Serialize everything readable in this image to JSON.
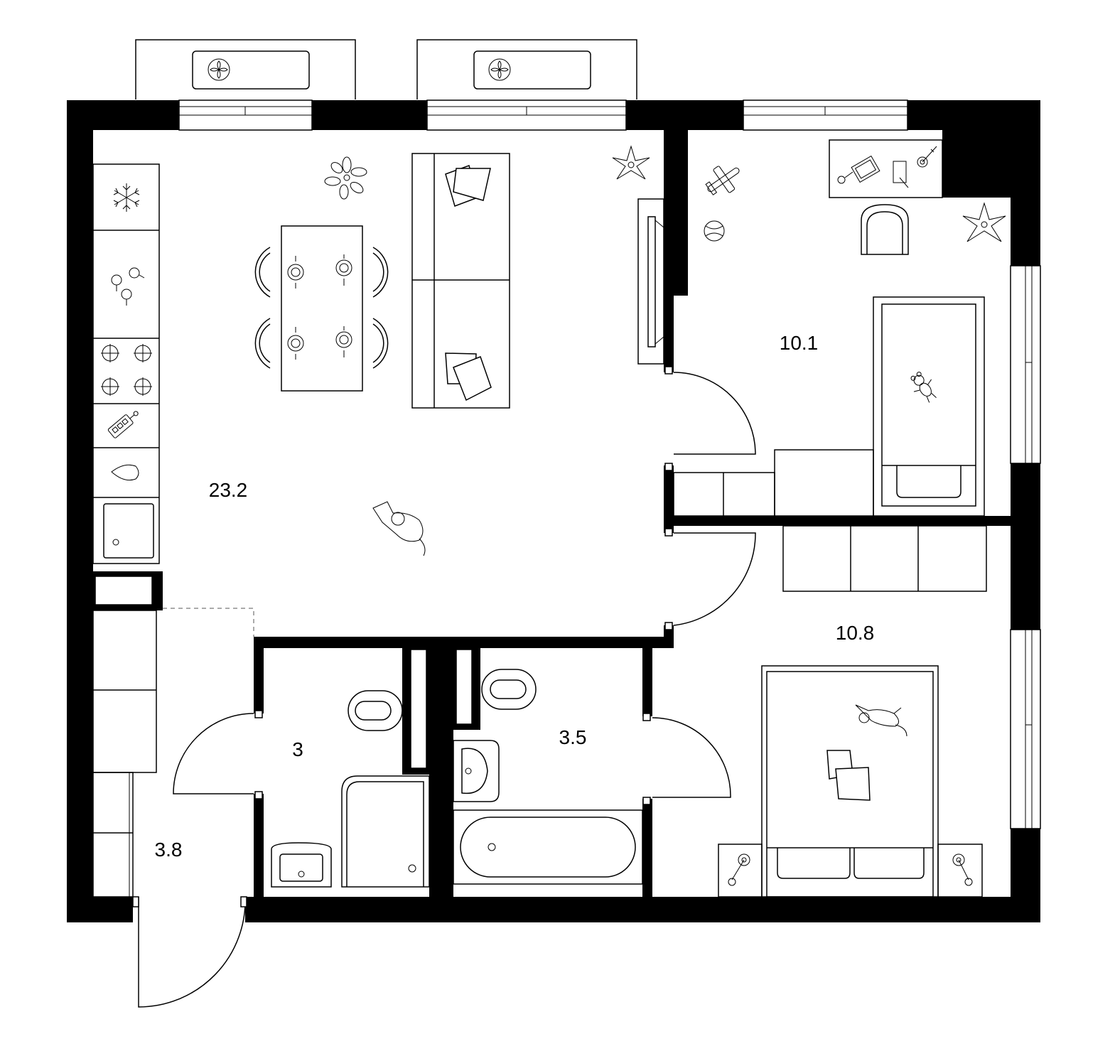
{
  "rooms": [
    {
      "id": "living-kitchen",
      "area": "23.2"
    },
    {
      "id": "kids-room",
      "area": "10.1"
    },
    {
      "id": "bedroom",
      "area": "10.8"
    },
    {
      "id": "bathroom",
      "area": "3.5"
    },
    {
      "id": "toilet",
      "area": "3"
    },
    {
      "id": "hallway",
      "area": "3.8"
    }
  ],
  "colors": {
    "wall": "#000000",
    "background": "#ffffff",
    "line": "#000000"
  }
}
